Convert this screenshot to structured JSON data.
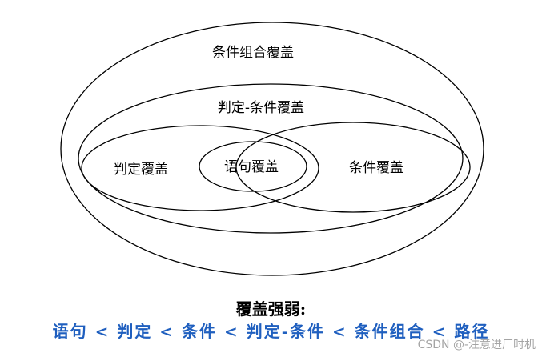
{
  "diagram": {
    "labels": {
      "condition_combination": "条件组合覆盖",
      "decision_condition": "判定-条件覆盖",
      "decision": "判定覆盖",
      "statement": "语句覆盖",
      "condition": "条件覆盖"
    }
  },
  "caption": {
    "title": "覆盖强弱:",
    "order": "语句 < 判定 < 条件 < 判定-条件 < 条件组合 < 路径"
  },
  "watermark": "CSDN @-注意进厂时机"
}
